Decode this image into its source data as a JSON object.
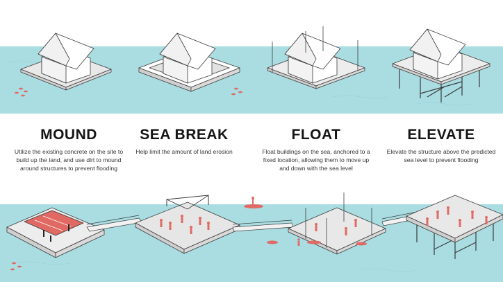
{
  "colors": {
    "water": "#a9dde2",
    "water_line": "#8fccd2",
    "people": "#e06a63",
    "platform_top": "#e8e8e8",
    "platform_side": "#cfcfcf",
    "outline": "#3a3a3a"
  },
  "strategies": [
    {
      "title": "MOUND",
      "description": "Utilize the existing concrete on the site to build up the land, and use dirt to mound around structures to prevent flooding"
    },
    {
      "title": "SEA BREAK",
      "description": "Help limit the amount of land erosion"
    },
    {
      "title": "FLOAT",
      "description": "Float buildings on the sea, anchored to a fixed location, allowing them to move up and down with the sea level"
    },
    {
      "title": "ELEVATE",
      "description": "Elevate the structure above the predicted sea level to prevent flooding"
    }
  ]
}
